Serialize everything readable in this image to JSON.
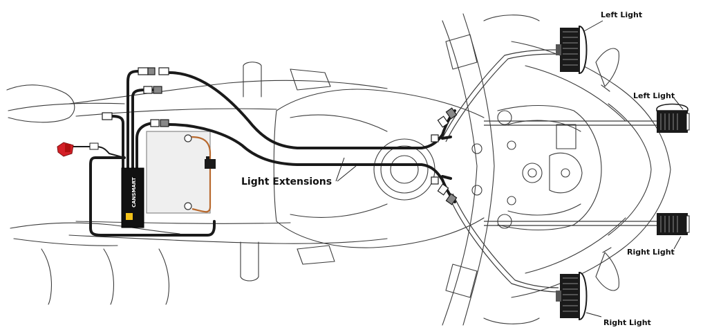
{
  "labels": {
    "left_light_top": "Left Light",
    "left_light_side": "Left Light",
    "right_light_side": "Right Light",
    "right_light_bottom": "Right Light",
    "light_extensions": "Light Extensions"
  },
  "controller": {
    "brand_text": "CANSMART"
  },
  "colors": {
    "outline": "#3a3a3a",
    "harness": "#1a1a1a",
    "power_wire": "#b8692e",
    "fuse": "#d42027",
    "battery_fill": "#efefef",
    "controller_logo": "#f3c21a"
  }
}
